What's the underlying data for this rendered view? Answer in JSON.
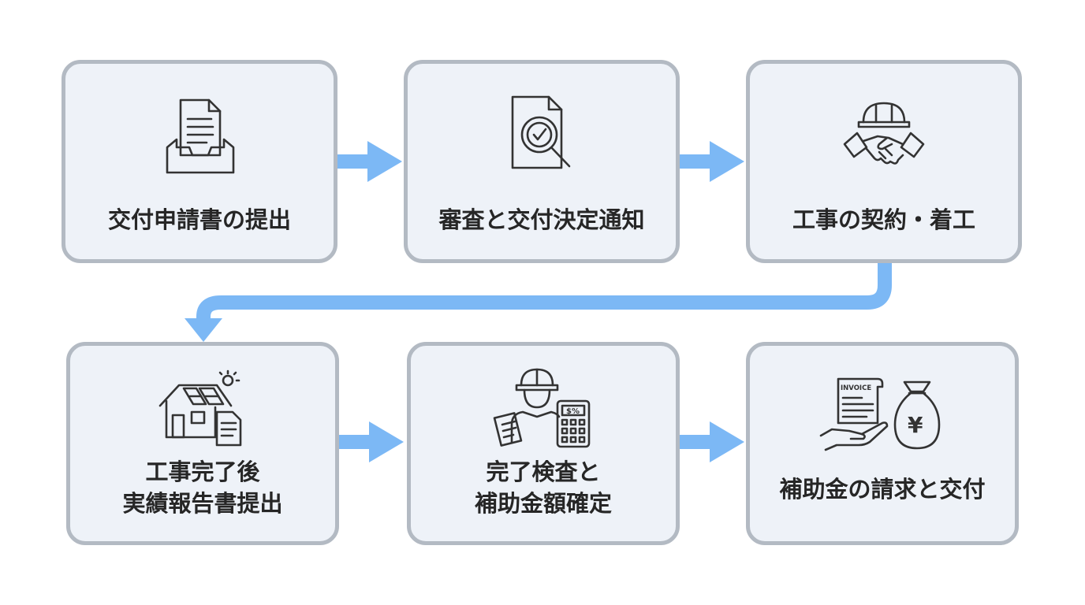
{
  "steps": [
    {
      "label": "交付申請書の提出",
      "icon": "document-tray-icon"
    },
    {
      "label": "審査と交付決定通知",
      "icon": "document-magnifier-icon"
    },
    {
      "label": "工事の契約・着工",
      "icon": "hardhat-handshake-icon"
    },
    {
      "label_lines": [
        "工事完了後",
        "実績報告書提出"
      ],
      "icon": "solar-house-document-icon"
    },
    {
      "label_lines": [
        "完了検査と",
        "補助金額確定"
      ],
      "icon": "inspector-calculator-icon"
    },
    {
      "label": "補助金の請求と交付",
      "icon": "invoice-moneybag-icon"
    }
  ],
  "icon_text": {
    "invoice": "INVOICE",
    "dollar_percent": "$%",
    "yen": "¥"
  },
  "colors": {
    "arrow": "#7cb8f5",
    "box_fill": "#eef2f8",
    "box_border": "#b3bac3",
    "text": "#262626"
  }
}
